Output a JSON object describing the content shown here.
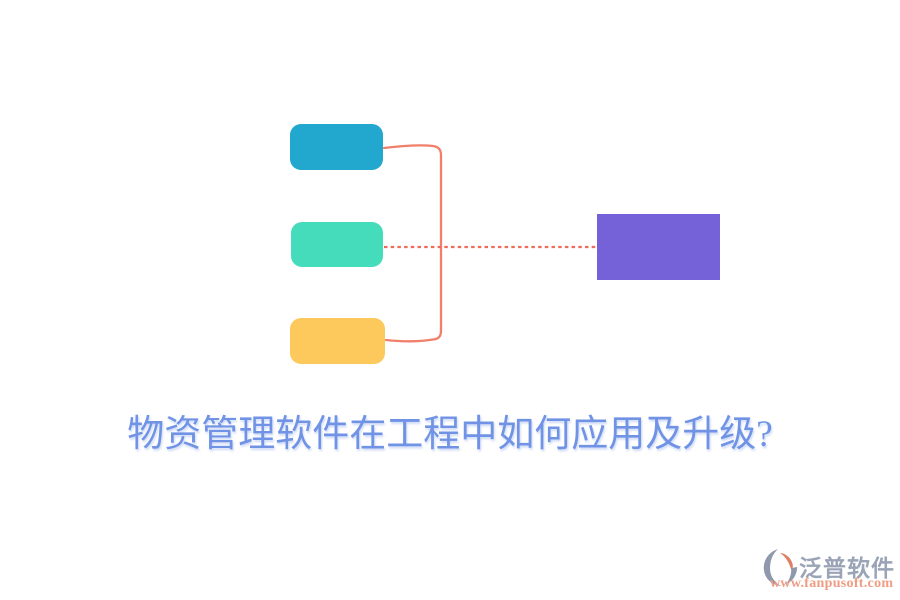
{
  "diagram": {
    "nodes": {
      "top": {
        "color": "#22A8CE"
      },
      "middle": {
        "color": "#44DCBA"
      },
      "bottom": {
        "color": "#FDC95C"
      },
      "right": {
        "color": "#7561D8"
      }
    },
    "connectors": {
      "bracket_color": "#F0806B",
      "dashed_color": "#EE6C59"
    }
  },
  "title": {
    "text": "物资管理软件在工程中如何应用及升级?",
    "color": "#7193E6"
  },
  "watermark": {
    "brand": "泛普软件",
    "url": "www.fanpusoft.com",
    "brand_color": "#9AA4B6",
    "url_color": "#EF9C83",
    "icon_primary_color": "#8E9AAB",
    "icon_accent_color": "#DE8066"
  }
}
